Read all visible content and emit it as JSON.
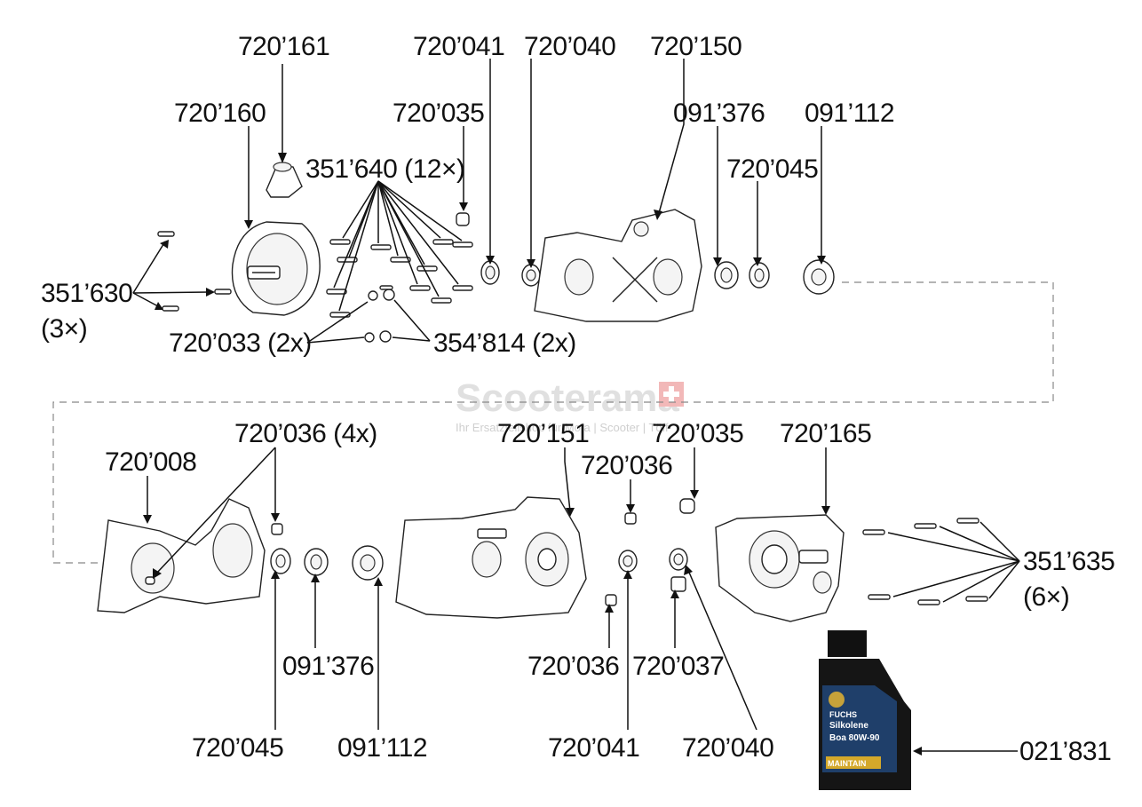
{
  "watermark": {
    "title": "Scooterama",
    "subtitle": "Ihr Ersatzteilshop für Mofa | Scooter | Töff"
  },
  "labels": {
    "l720161": "720’161",
    "l720041a": "720’041",
    "l720040a": "720’040",
    "l720150": "720’150",
    "l720160": "720’160",
    "l720035a": "720’035",
    "l091376a": "091’376",
    "l091112a": "091’112",
    "l351640": "351’640 (12×)",
    "l720045a": "720’045",
    "l351630": "351’630",
    "l351630q": "(3×)",
    "l720033": "720’033 (2x)",
    "l354814": "354’814 (2x)",
    "l720036a": "720’036 (4x)",
    "l720008": "720’008",
    "l720151": "720’151",
    "l720035b": "720’035",
    "l720165": "720’165",
    "l720036b": "720’036",
    "l351635": "351’635",
    "l351635q": "(6×)",
    "l091376b": "091’376",
    "l720036c": "720’036",
    "l720037": "720’037",
    "l720045b": "720’045",
    "l091112b": "091’112",
    "l720041b": "720’041",
    "l720040b": "720’040",
    "l021831": "021’831"
  },
  "bottle": {
    "brand": "FUCHS",
    "product": "Silkolene",
    "grade": "Boa 80W-90",
    "badge": "MAINTAIN"
  }
}
